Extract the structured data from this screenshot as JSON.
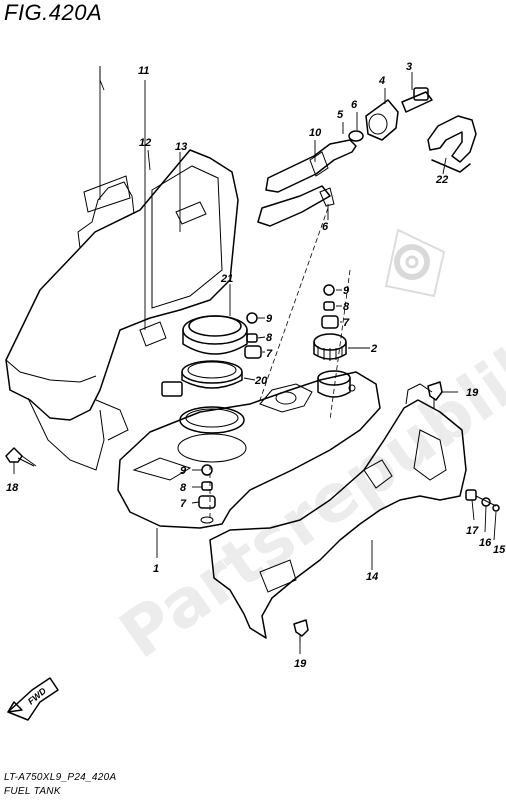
{
  "figure": {
    "title": "FIG.420A",
    "model_code": "LT-A750XL9_P24_420A",
    "caption": "FUEL TANK",
    "fwd_label": "FWD"
  },
  "watermark": {
    "text": "Partsrepublik"
  },
  "callouts": [
    {
      "id": "11",
      "label": "11"
    },
    {
      "id": "12",
      "label": "12"
    },
    {
      "id": "13",
      "label": "13"
    },
    {
      "id": "10",
      "label": "10"
    },
    {
      "id": "5",
      "label": "5"
    },
    {
      "id": "6a",
      "label": "6"
    },
    {
      "id": "4",
      "label": "4"
    },
    {
      "id": "3",
      "label": "3"
    },
    {
      "id": "22",
      "label": "22"
    },
    {
      "id": "6b",
      "label": "6"
    },
    {
      "id": "21",
      "label": "21"
    },
    {
      "id": "9a",
      "label": "9"
    },
    {
      "id": "8a",
      "label": "8"
    },
    {
      "id": "7a",
      "label": "7"
    },
    {
      "id": "20",
      "label": "20"
    },
    {
      "id": "9b",
      "label": "9"
    },
    {
      "id": "8b",
      "label": "8"
    },
    {
      "id": "7b",
      "label": "7"
    },
    {
      "id": "2",
      "label": "2"
    },
    {
      "id": "19a",
      "label": "19"
    },
    {
      "id": "18",
      "label": "18"
    },
    {
      "id": "9c",
      "label": "9"
    },
    {
      "id": "8c",
      "label": "8"
    },
    {
      "id": "7c",
      "label": "7"
    },
    {
      "id": "1",
      "label": "1"
    },
    {
      "id": "14",
      "label": "14"
    },
    {
      "id": "17",
      "label": "17"
    },
    {
      "id": "16",
      "label": "16"
    },
    {
      "id": "15",
      "label": "15"
    },
    {
      "id": "19b",
      "label": "19"
    }
  ]
}
